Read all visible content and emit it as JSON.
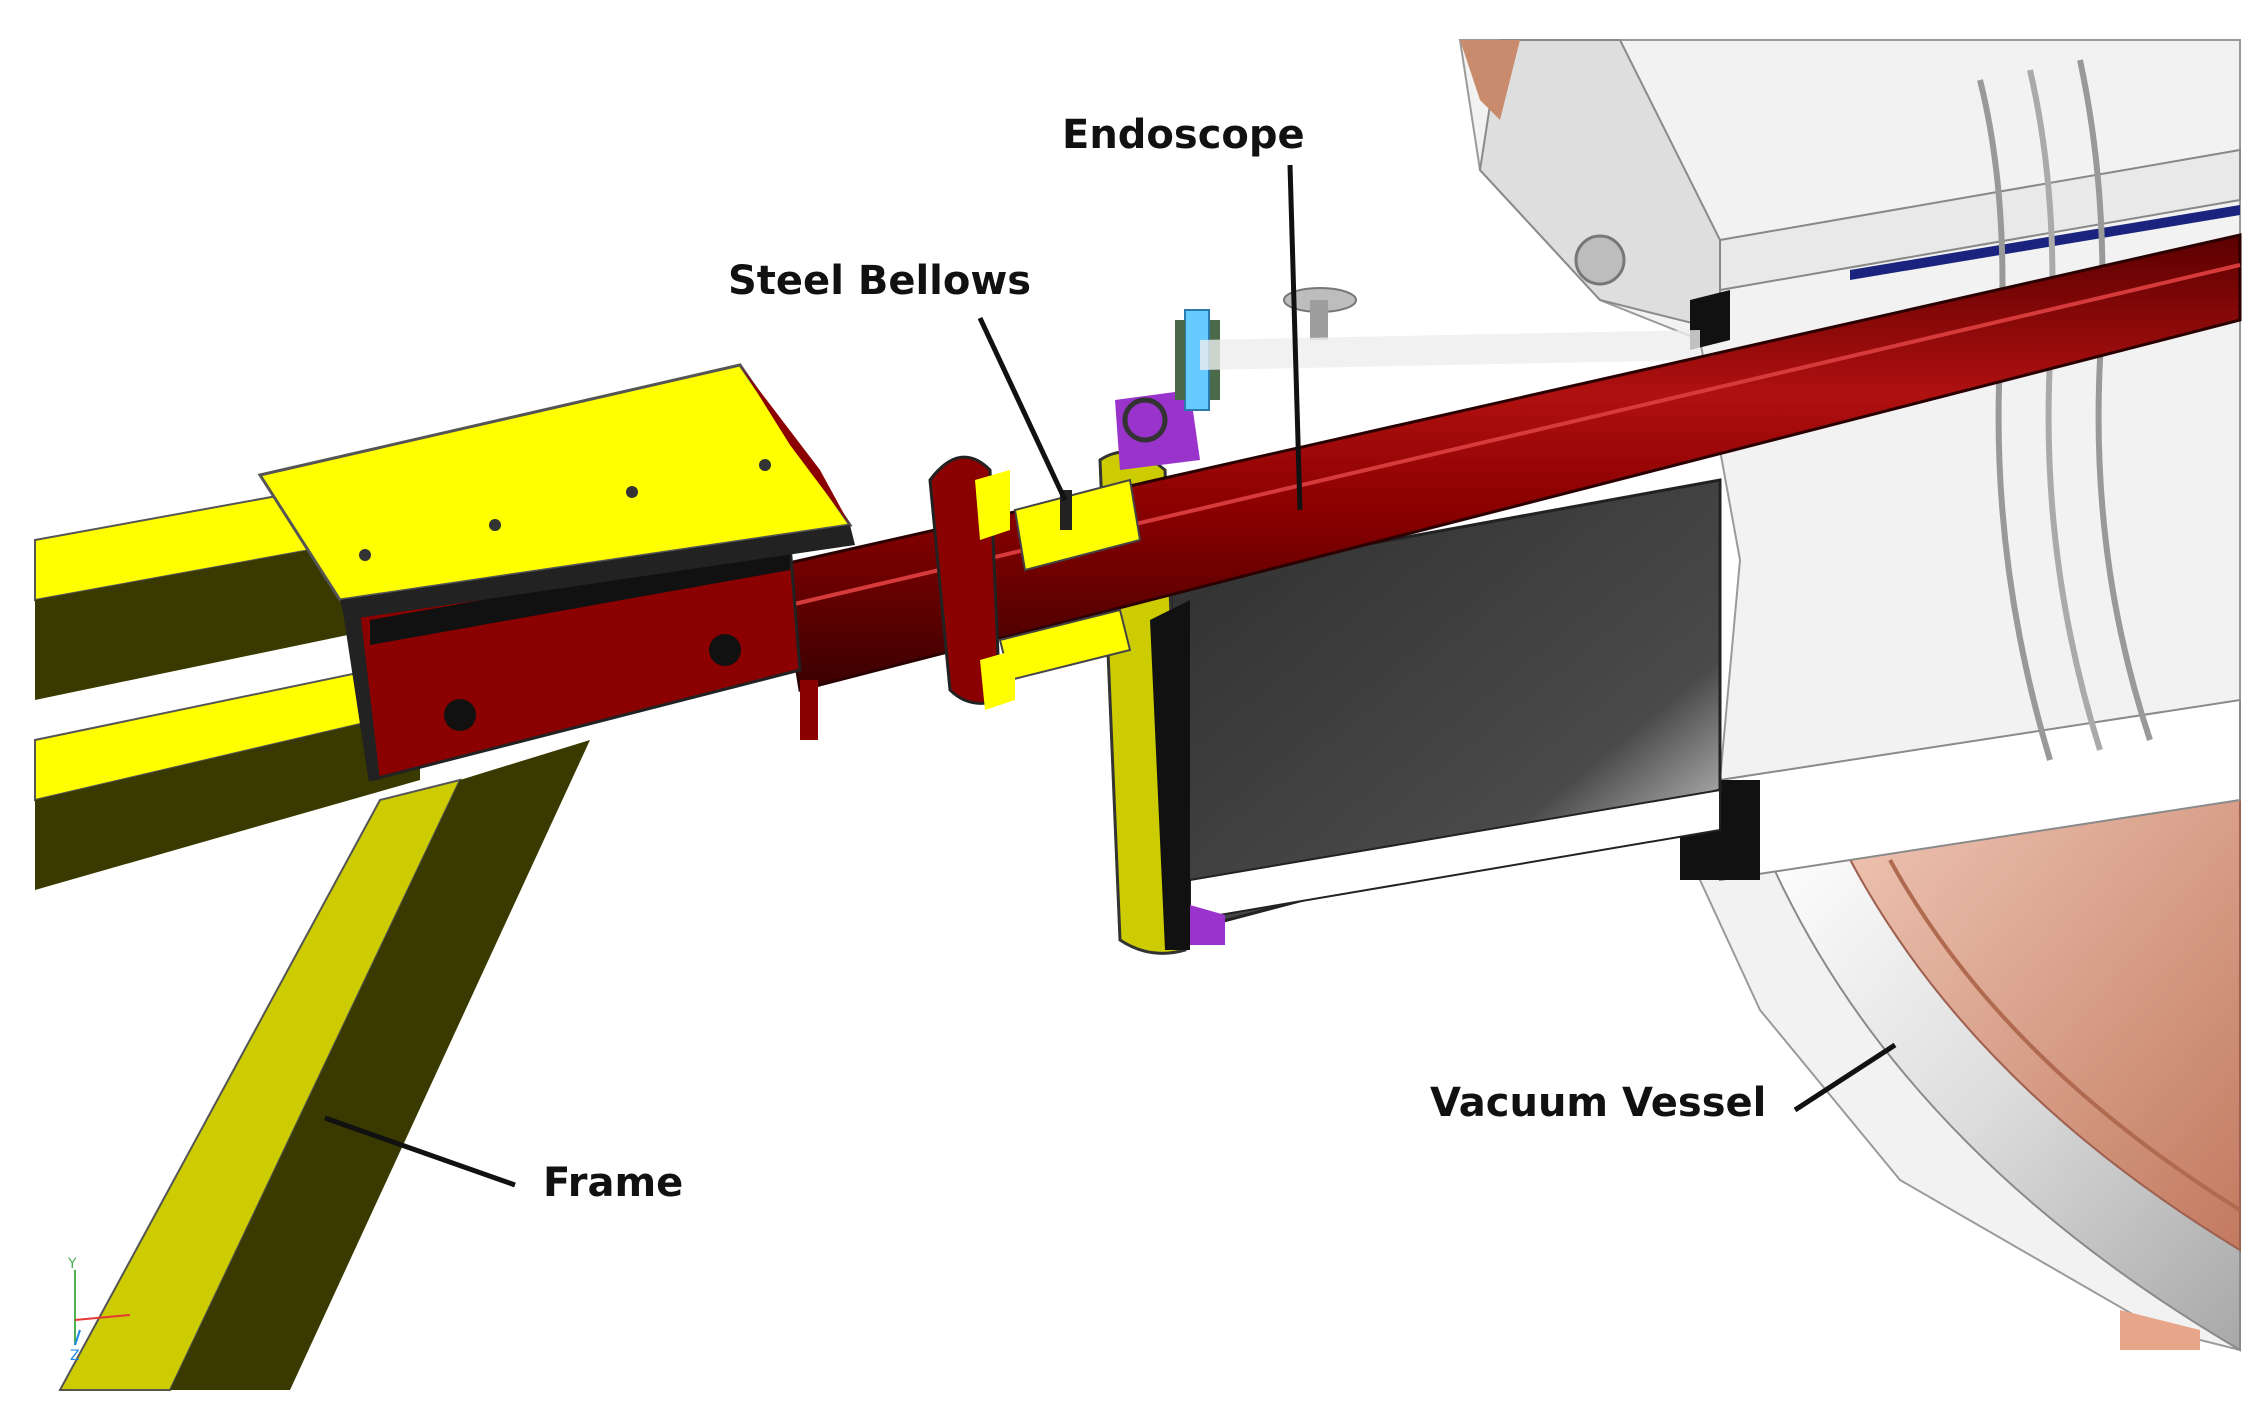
{
  "labels": {
    "endoscope": "Endoscope",
    "steel_bellows": "Steel Bellows",
    "frame": "Frame",
    "vacuum_vessel": "Vacuum Vessel"
  },
  "axis_triad": {
    "y": "Y",
    "z": "Z"
  },
  "colors": {
    "frame_light": "#cccc00",
    "frame_dark": "#3a3a00",
    "plate_yellow": "#ffff00",
    "endoscope_red": "#8b0000",
    "endoscope_dark": "#4a0000",
    "vessel_grey": "#e6e6e6",
    "copper": "#d4907a",
    "interior_dark": "#3c3c3c",
    "purple": "#9933cc",
    "cyan": "#66ccff"
  }
}
